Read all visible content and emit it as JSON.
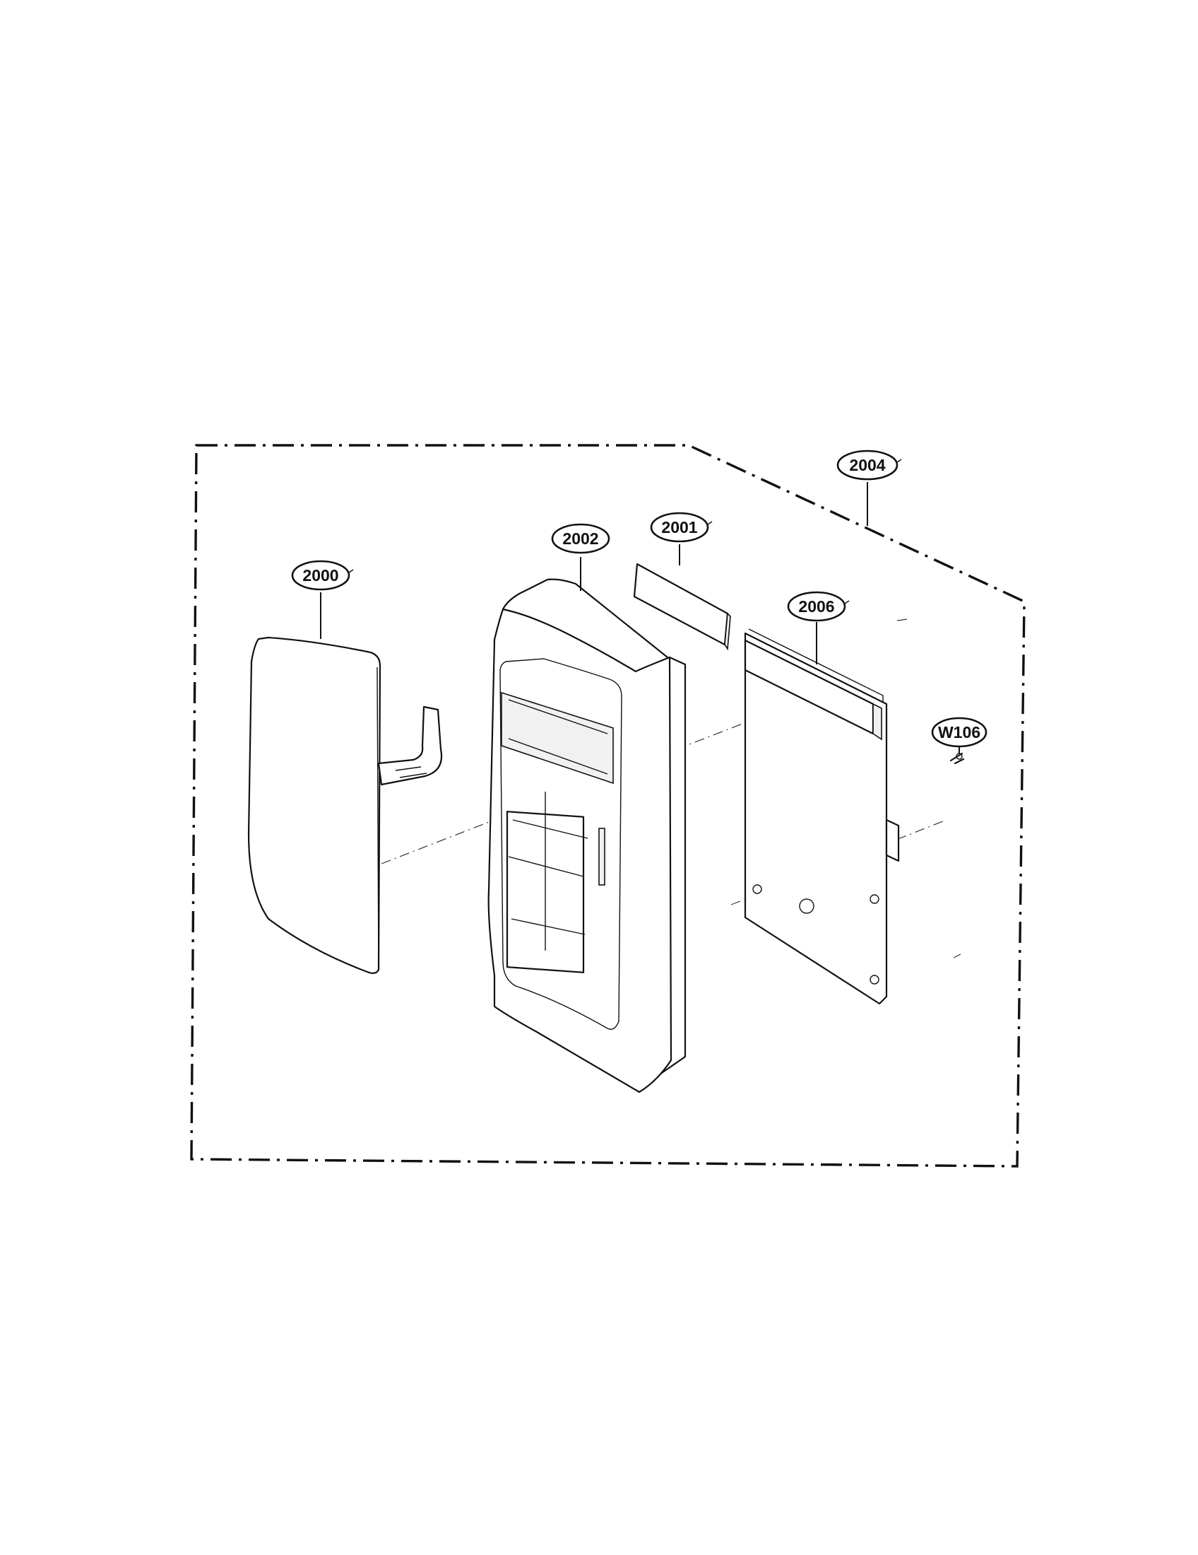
{
  "callouts": {
    "assembly": "2004",
    "window_film": "2001",
    "housing": "2002",
    "key_pad": "2000",
    "pcb": "2006",
    "screw": "W106"
  }
}
